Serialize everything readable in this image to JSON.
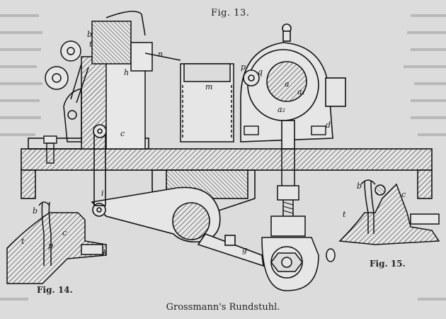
{
  "captions": {
    "fig13": "Fig. 13.",
    "fig14": "Fig. 14.",
    "fig15": "Fig. 15.",
    "main": "Grossmann's Rundstuhl."
  },
  "labels": {
    "b": "b",
    "t": "t",
    "n": "n",
    "h": "h",
    "m": "m",
    "p": "p",
    "q": "q",
    "a": "a",
    "a1": "a₁",
    "a2": "a₂",
    "d": "d",
    "c": "c",
    "i": "i",
    "g": "g",
    "b14": "b",
    "c14": "c",
    "t14": "t",
    "p14": "p",
    "k14": "k",
    "b15": "b",
    "c15": "c",
    "t15": "t"
  }
}
